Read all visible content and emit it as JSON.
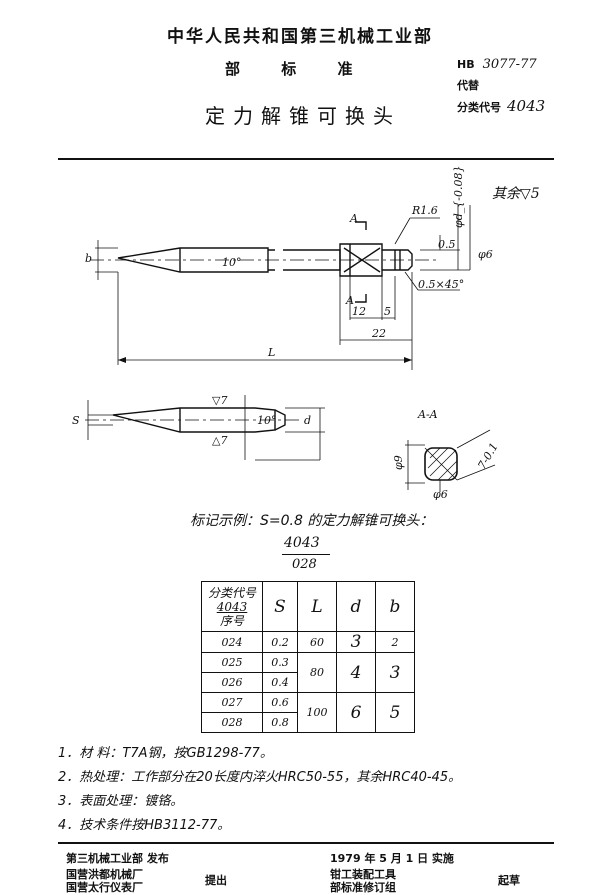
{
  "header": {
    "ministry": "中华人民共和国第三机械工业部",
    "level": "部 标 准",
    "title": "定力解锥可换头",
    "std_prefix": "HB",
    "std_number": "3077-77",
    "replaces_label": "代替",
    "class_code_label": "分类代号",
    "class_code": "4043"
  },
  "drawing": {
    "roughness": "其余▽5",
    "section_label_a": "A",
    "section_title": "A-A",
    "dims": {
      "b": "b",
      "angle_top": "10°",
      "r": "R1.6",
      "d_tol": "φd_{-0.08}",
      "d_tol_sub": "(-0.08)",
      "d6": "φ6",
      "d05": "0.5",
      "chamfer": "0.5×45°",
      "twelve": "12",
      "five": "5",
      "twentytwo": "22",
      "L": "L",
      "S": "S",
      "v7a": "▽7",
      "v7b": "△7",
      "angle_bottom": "10°",
      "d": "d",
      "phi9": "φ9",
      "sq7": "7-0.1",
      "phi6b": "φ6"
    }
  },
  "marking": {
    "example": "标记示例：S=0.8 的定力解锥可换头：",
    "code": "4043",
    "serial": "028"
  },
  "table": {
    "header_class": "分类代号",
    "header_code": "4043",
    "header_serial": "序号",
    "columns": [
      "S",
      "L",
      "d",
      "b"
    ],
    "rows": [
      {
        "no": "024",
        "S": "0.2"
      },
      {
        "no": "025",
        "S": "0.3"
      },
      {
        "no": "026",
        "S": "0.4"
      },
      {
        "no": "027",
        "S": "0.6"
      },
      {
        "no": "028",
        "S": "0.8"
      }
    ],
    "L_groups": [
      "60",
      "80",
      "100"
    ],
    "d_groups": [
      "3",
      "4",
      "6"
    ],
    "b_groups": [
      "2",
      "3",
      "5"
    ]
  },
  "notes": [
    "1．材 料：T7A钢，按GB1298-77。",
    "2．热处理：工作部分在20长度内淬火HRC50-55，其余HRC40-45。",
    "3．表面处理：镀铬。",
    "4．技术条件按HB3112-77。"
  ],
  "footer": {
    "issuer": "第三机械工业部 发布",
    "date": "1979 年 5 月 1 日 实施",
    "proposer1": "国营洪都机械厂",
    "proposer2": "国营太行仪表厂",
    "proposed": "提出",
    "drafter1": "钳工装配工具",
    "drafter2": "部标准修订组",
    "drafted": "起草"
  }
}
